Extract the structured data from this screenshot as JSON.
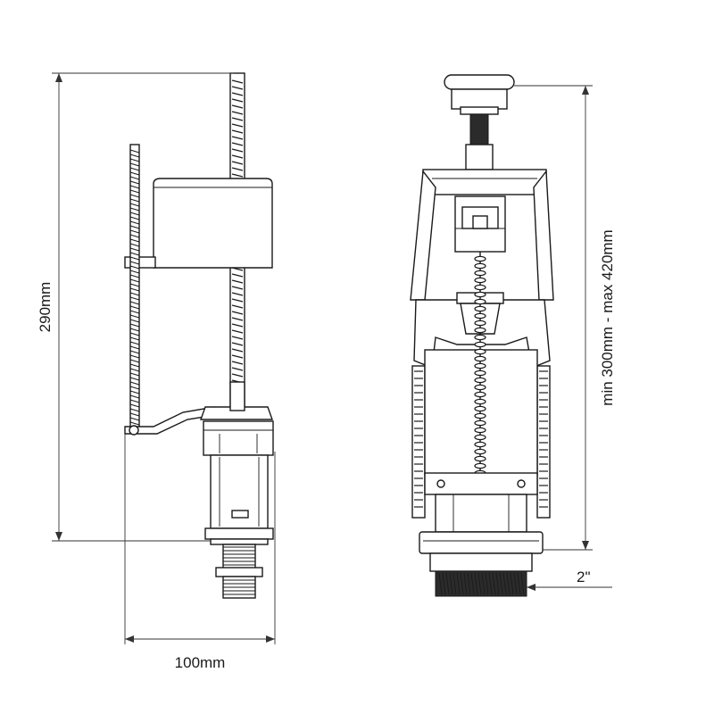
{
  "dimensions": {
    "height_left": "290mm",
    "width_left": "100mm",
    "height_right": "min 300mm - max 420mm",
    "thread_right": "2\""
  }
}
